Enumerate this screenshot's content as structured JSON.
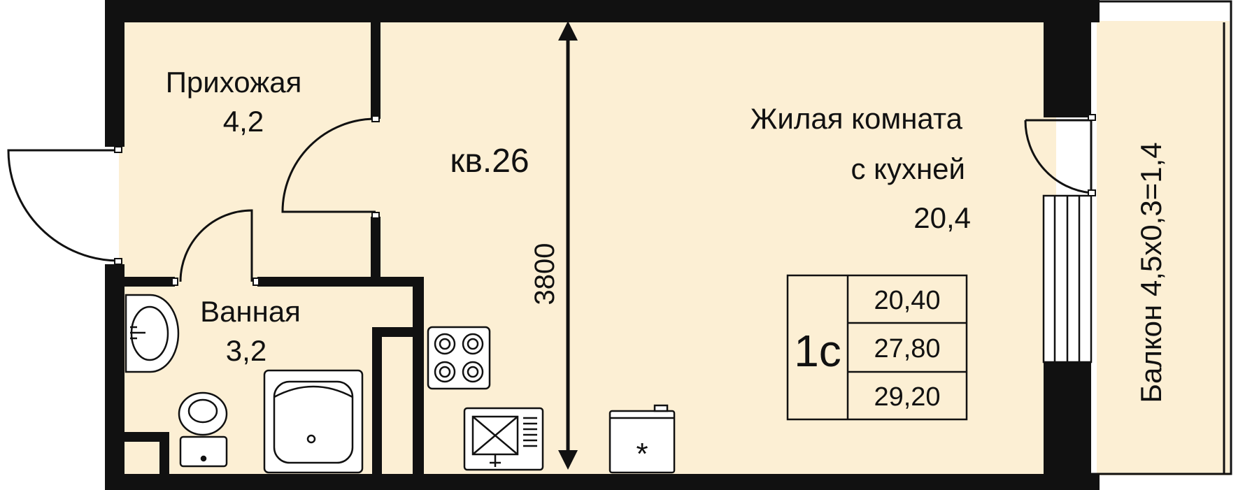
{
  "apartment": {
    "label": "кв.26"
  },
  "rooms": {
    "hallway": {
      "name": "Прихожая",
      "area": "4,2"
    },
    "bathroom": {
      "name": "Ванная",
      "area": "3,2"
    },
    "living": {
      "name_line1": "Жилая комната",
      "name_line2": "с кухней",
      "area": "20,4"
    },
    "balcony": {
      "label": "Балкон 4,5х0,3=1,4"
    }
  },
  "dimension": {
    "value": "3800"
  },
  "summary": {
    "type": "1с",
    "values": [
      "20,40",
      "27,80",
      "29,20"
    ]
  },
  "appliance_mark": "*",
  "colors": {
    "floor": "#fcefd4",
    "wall": "#111111",
    "background": "#ffffff"
  }
}
